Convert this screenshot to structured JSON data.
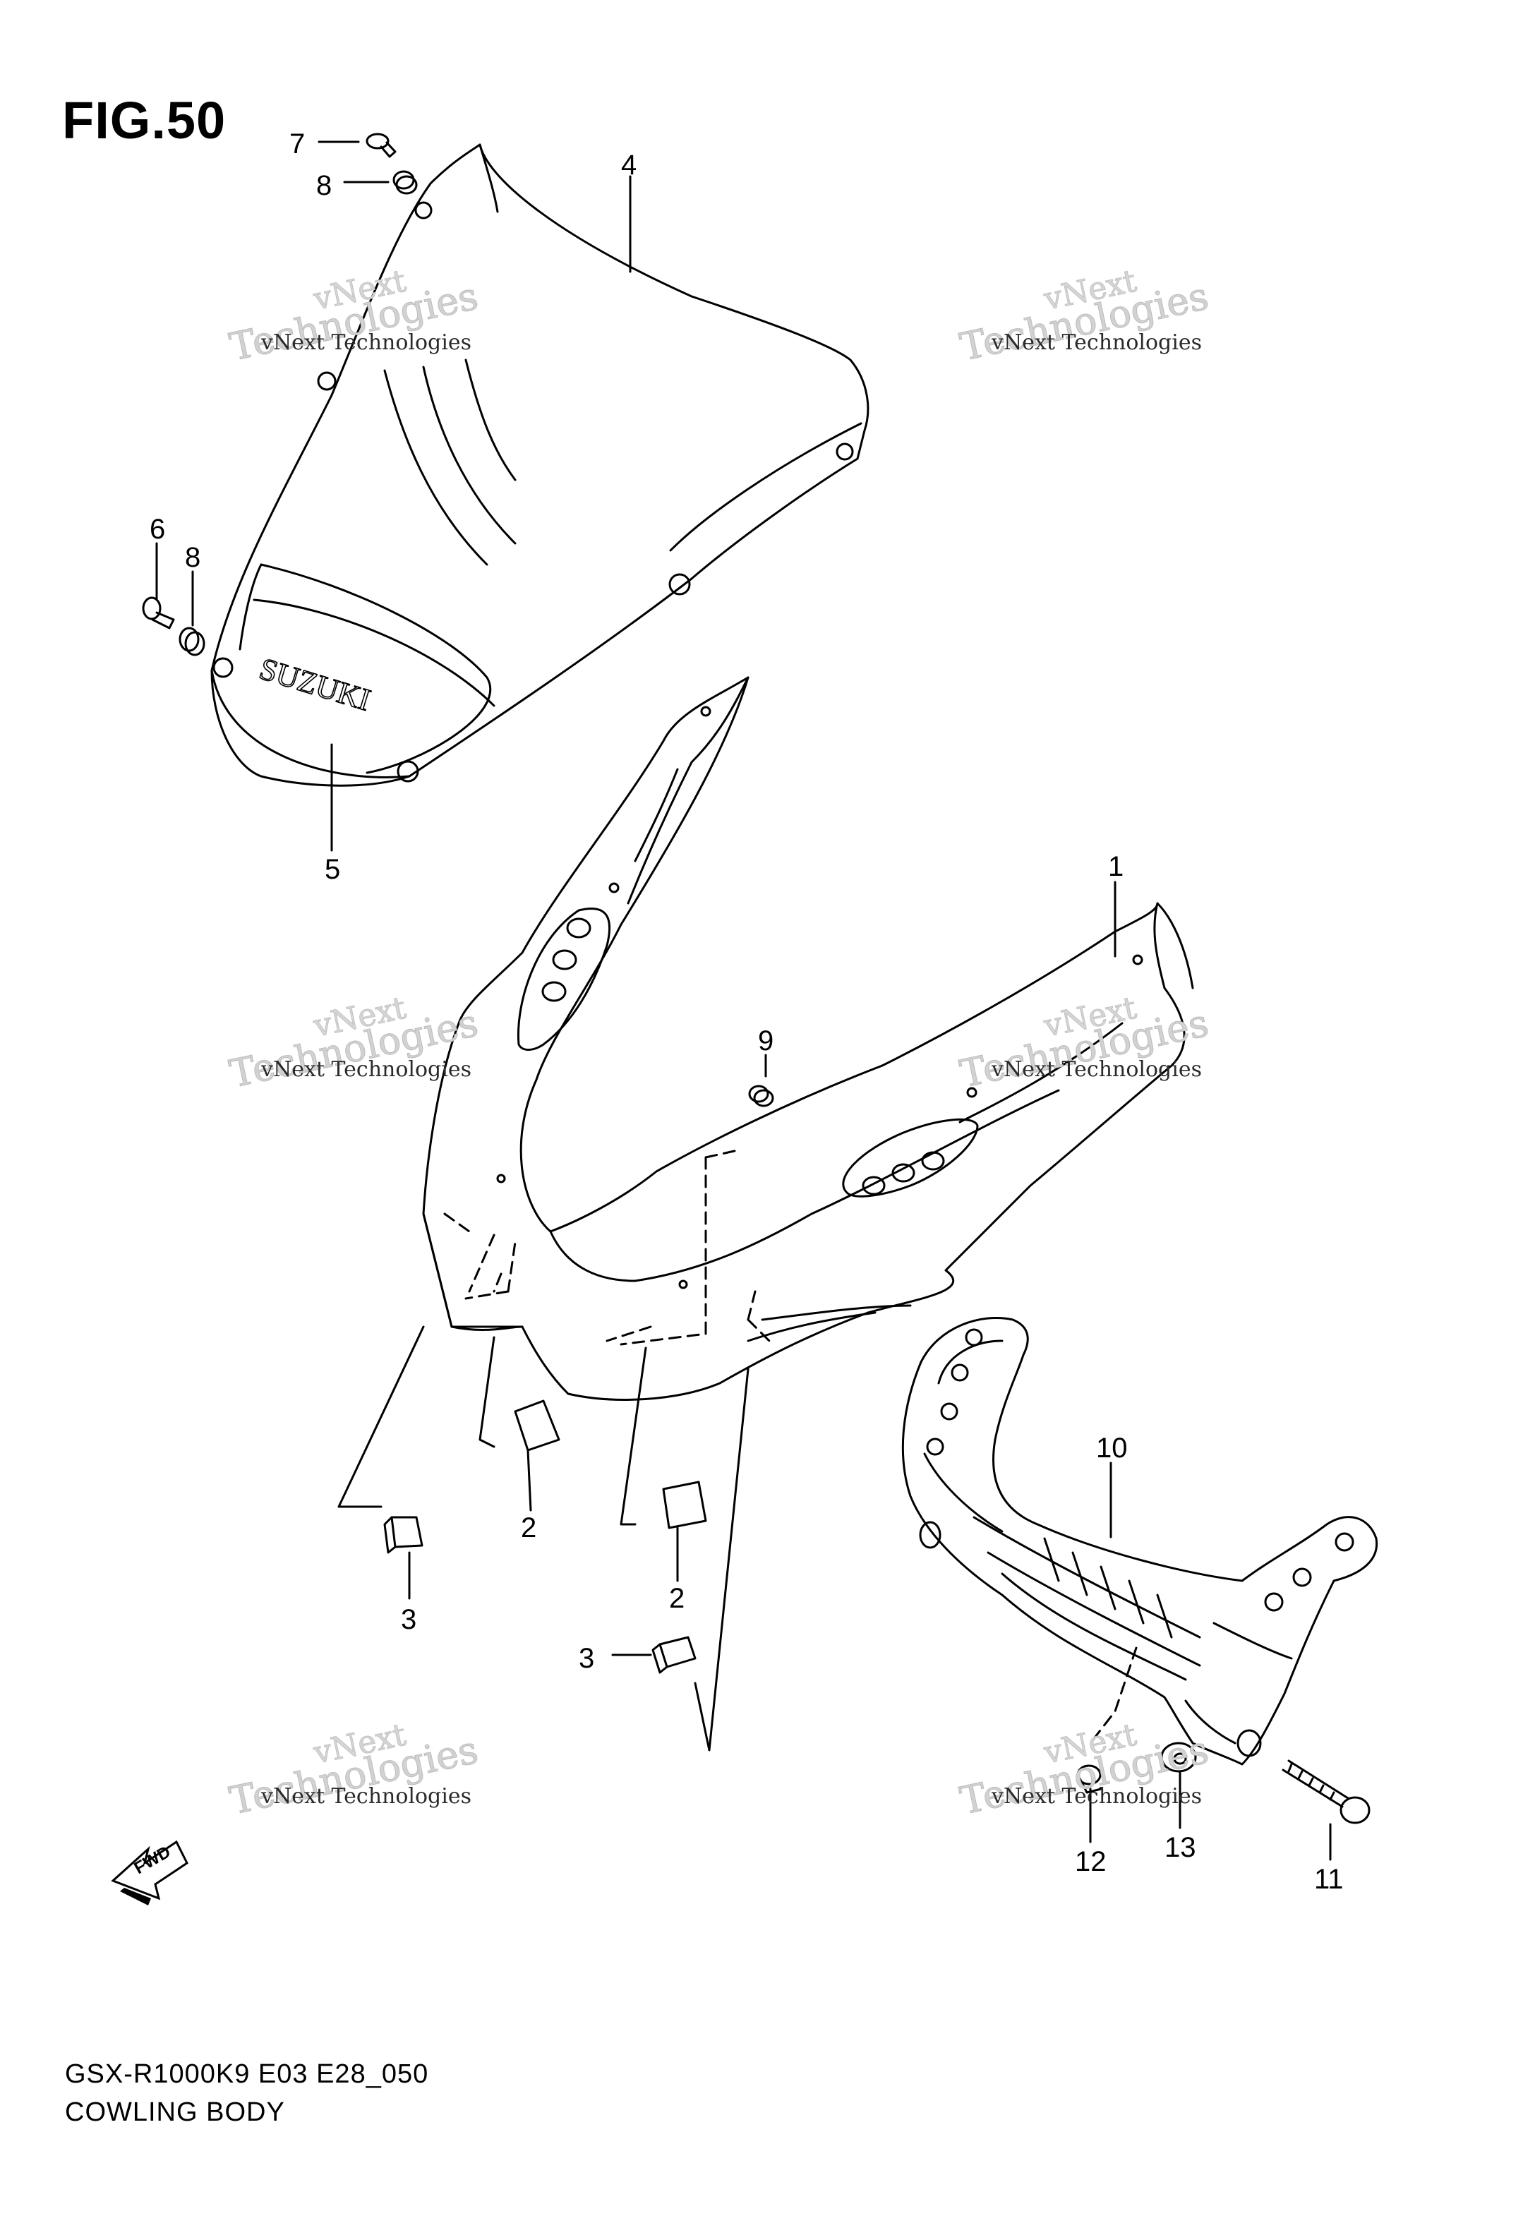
{
  "figure": {
    "title": "FIG.50",
    "model_code": "GSX-R1000K9 E03 E28_050",
    "caption": "COWLING BODY"
  },
  "callouts": [
    {
      "id": "c7",
      "text": "7"
    },
    {
      "id": "c8a",
      "text": "8"
    },
    {
      "id": "c4",
      "text": "4"
    },
    {
      "id": "c6",
      "text": "6"
    },
    {
      "id": "c8b",
      "text": "8"
    },
    {
      "id": "c5",
      "text": "5"
    },
    {
      "id": "c1",
      "text": "1"
    },
    {
      "id": "c9",
      "text": "9"
    },
    {
      "id": "c10",
      "text": "10"
    },
    {
      "id": "c2a",
      "text": "2"
    },
    {
      "id": "c2b",
      "text": "2"
    },
    {
      "id": "c3a",
      "text": "3"
    },
    {
      "id": "c3b",
      "text": "3"
    },
    {
      "id": "c12",
      "text": "12"
    },
    {
      "id": "c13",
      "text": "13"
    },
    {
      "id": "c11",
      "text": "11"
    }
  ],
  "windscreen_logo": "SUZUKI",
  "fwd_marker": "FWD",
  "watermark": {
    "line1": "vNext Technologies",
    "big": "Technologies",
    "top": "vNext"
  }
}
